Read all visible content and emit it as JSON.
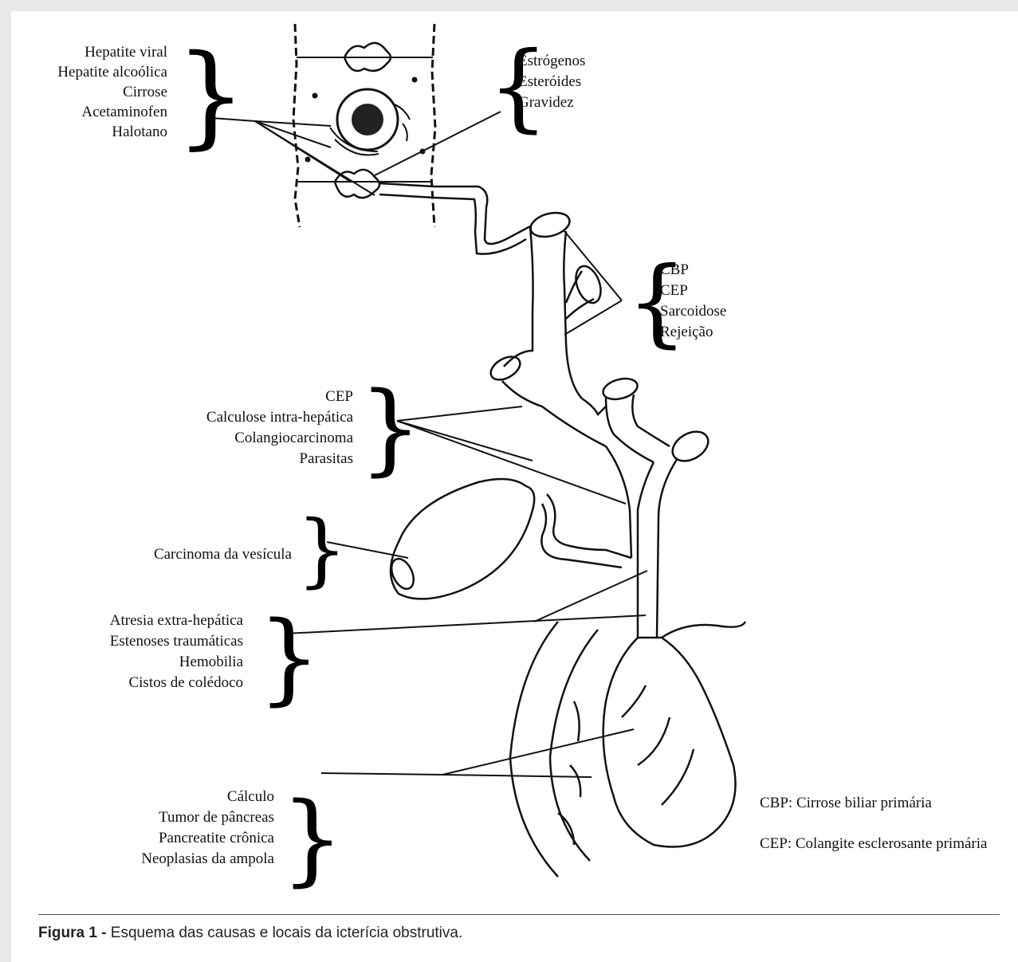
{
  "groups": {
    "hepatocellular": [
      "Hepatite viral",
      "Hepatite alcoólica",
      "Cirrose",
      "Acetaminofen",
      "Halotano"
    ],
    "hormonal": [
      "Estrógenos",
      "Esteróides",
      "Gravidez"
    ],
    "small_ducts": [
      "CBP",
      "CEP",
      "Sarcoidose",
      "Rejeição"
    ],
    "intrahepatic": [
      "CEP",
      "Calculose intra-hepática",
      "Colangiocarcinoma",
      "Parasitas"
    ],
    "gallbladder": [
      "Carcinoma da vesícula"
    ],
    "extrahepatic": [
      "Atresia extra-hepática",
      "Estenoses traumáticas",
      "Hemobilia",
      "Cistos de colédoco"
    ],
    "ampulla": [
      "Cálculo",
      "Tumor de pâncreas",
      "Pancreatite crônica",
      "Neoplasias da ampola"
    ]
  },
  "legend": {
    "cbp": "CBP: Cirrose biliar primária",
    "cep": "CEP: Colangite esclerosante primária"
  },
  "caption": {
    "label": "Figura 1 -",
    "text": " Esquema das causas e locais da icterícia obstrutiva."
  }
}
